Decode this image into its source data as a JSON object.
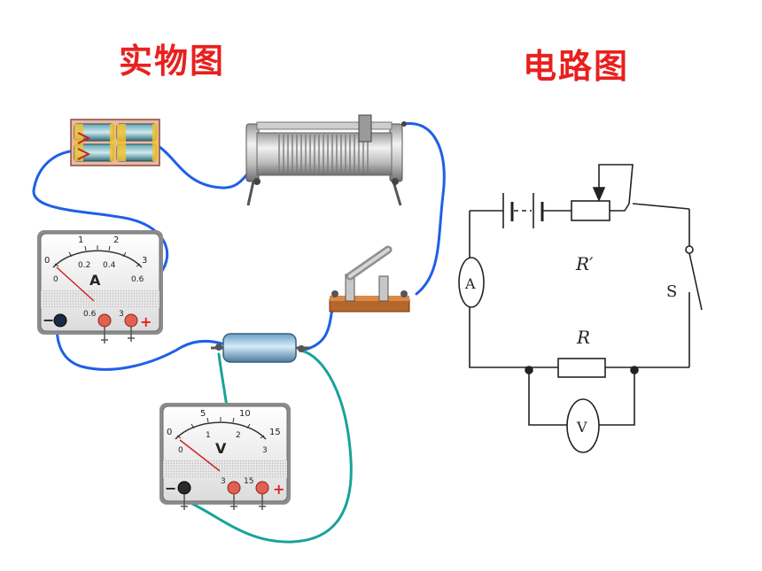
{
  "titles": {
    "physical": "实物图",
    "circuit": "电路图"
  },
  "ammeter": {
    "symbol": "A",
    "scale_top": [
      "0",
      "1",
      "2",
      "3"
    ],
    "scale_bottom": [
      "0",
      "0.2",
      "0.4",
      "0.6"
    ],
    "scale_bottom_end": "0.6",
    "minus": "−",
    "terminal_06": "0.6",
    "terminal_3": "3",
    "plus": "+"
  },
  "voltmeter": {
    "symbol": "V",
    "scale_top": [
      "0",
      "5",
      "10",
      "15"
    ],
    "scale_bottom": [
      "0",
      "1",
      "2",
      "3"
    ],
    "minus": "−",
    "terminal_3": "3",
    "terminal_15": "15",
    "plus": "+"
  },
  "schematic": {
    "ammeter": "A",
    "voltmeter": "V",
    "rheostat": "R′",
    "resistor": "R",
    "switch": "S"
  },
  "colors": {
    "title": "#e8201e",
    "wire_blue": "#1f5fe8",
    "wire_teal": "#17a39a"
  }
}
